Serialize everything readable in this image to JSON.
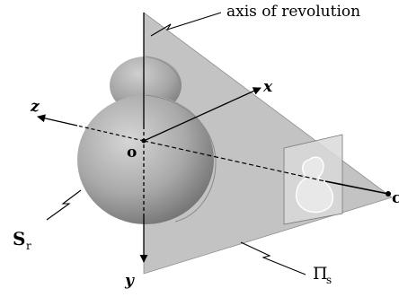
{
  "labels": {
    "axis_of_revolution": "axis of revolution",
    "x_axis": "x",
    "y_axis": "y",
    "z_axis": "z",
    "origin": "o",
    "point_c": "c",
    "surface": "S",
    "surface_sub": "r",
    "plane": "Π",
    "plane_sub": "s"
  },
  "colors": {
    "plane_fill": "#bdbdbd",
    "image_plane_fill": "#d9d9d9",
    "line": "#000000",
    "silhouette": "#ffffff"
  }
}
